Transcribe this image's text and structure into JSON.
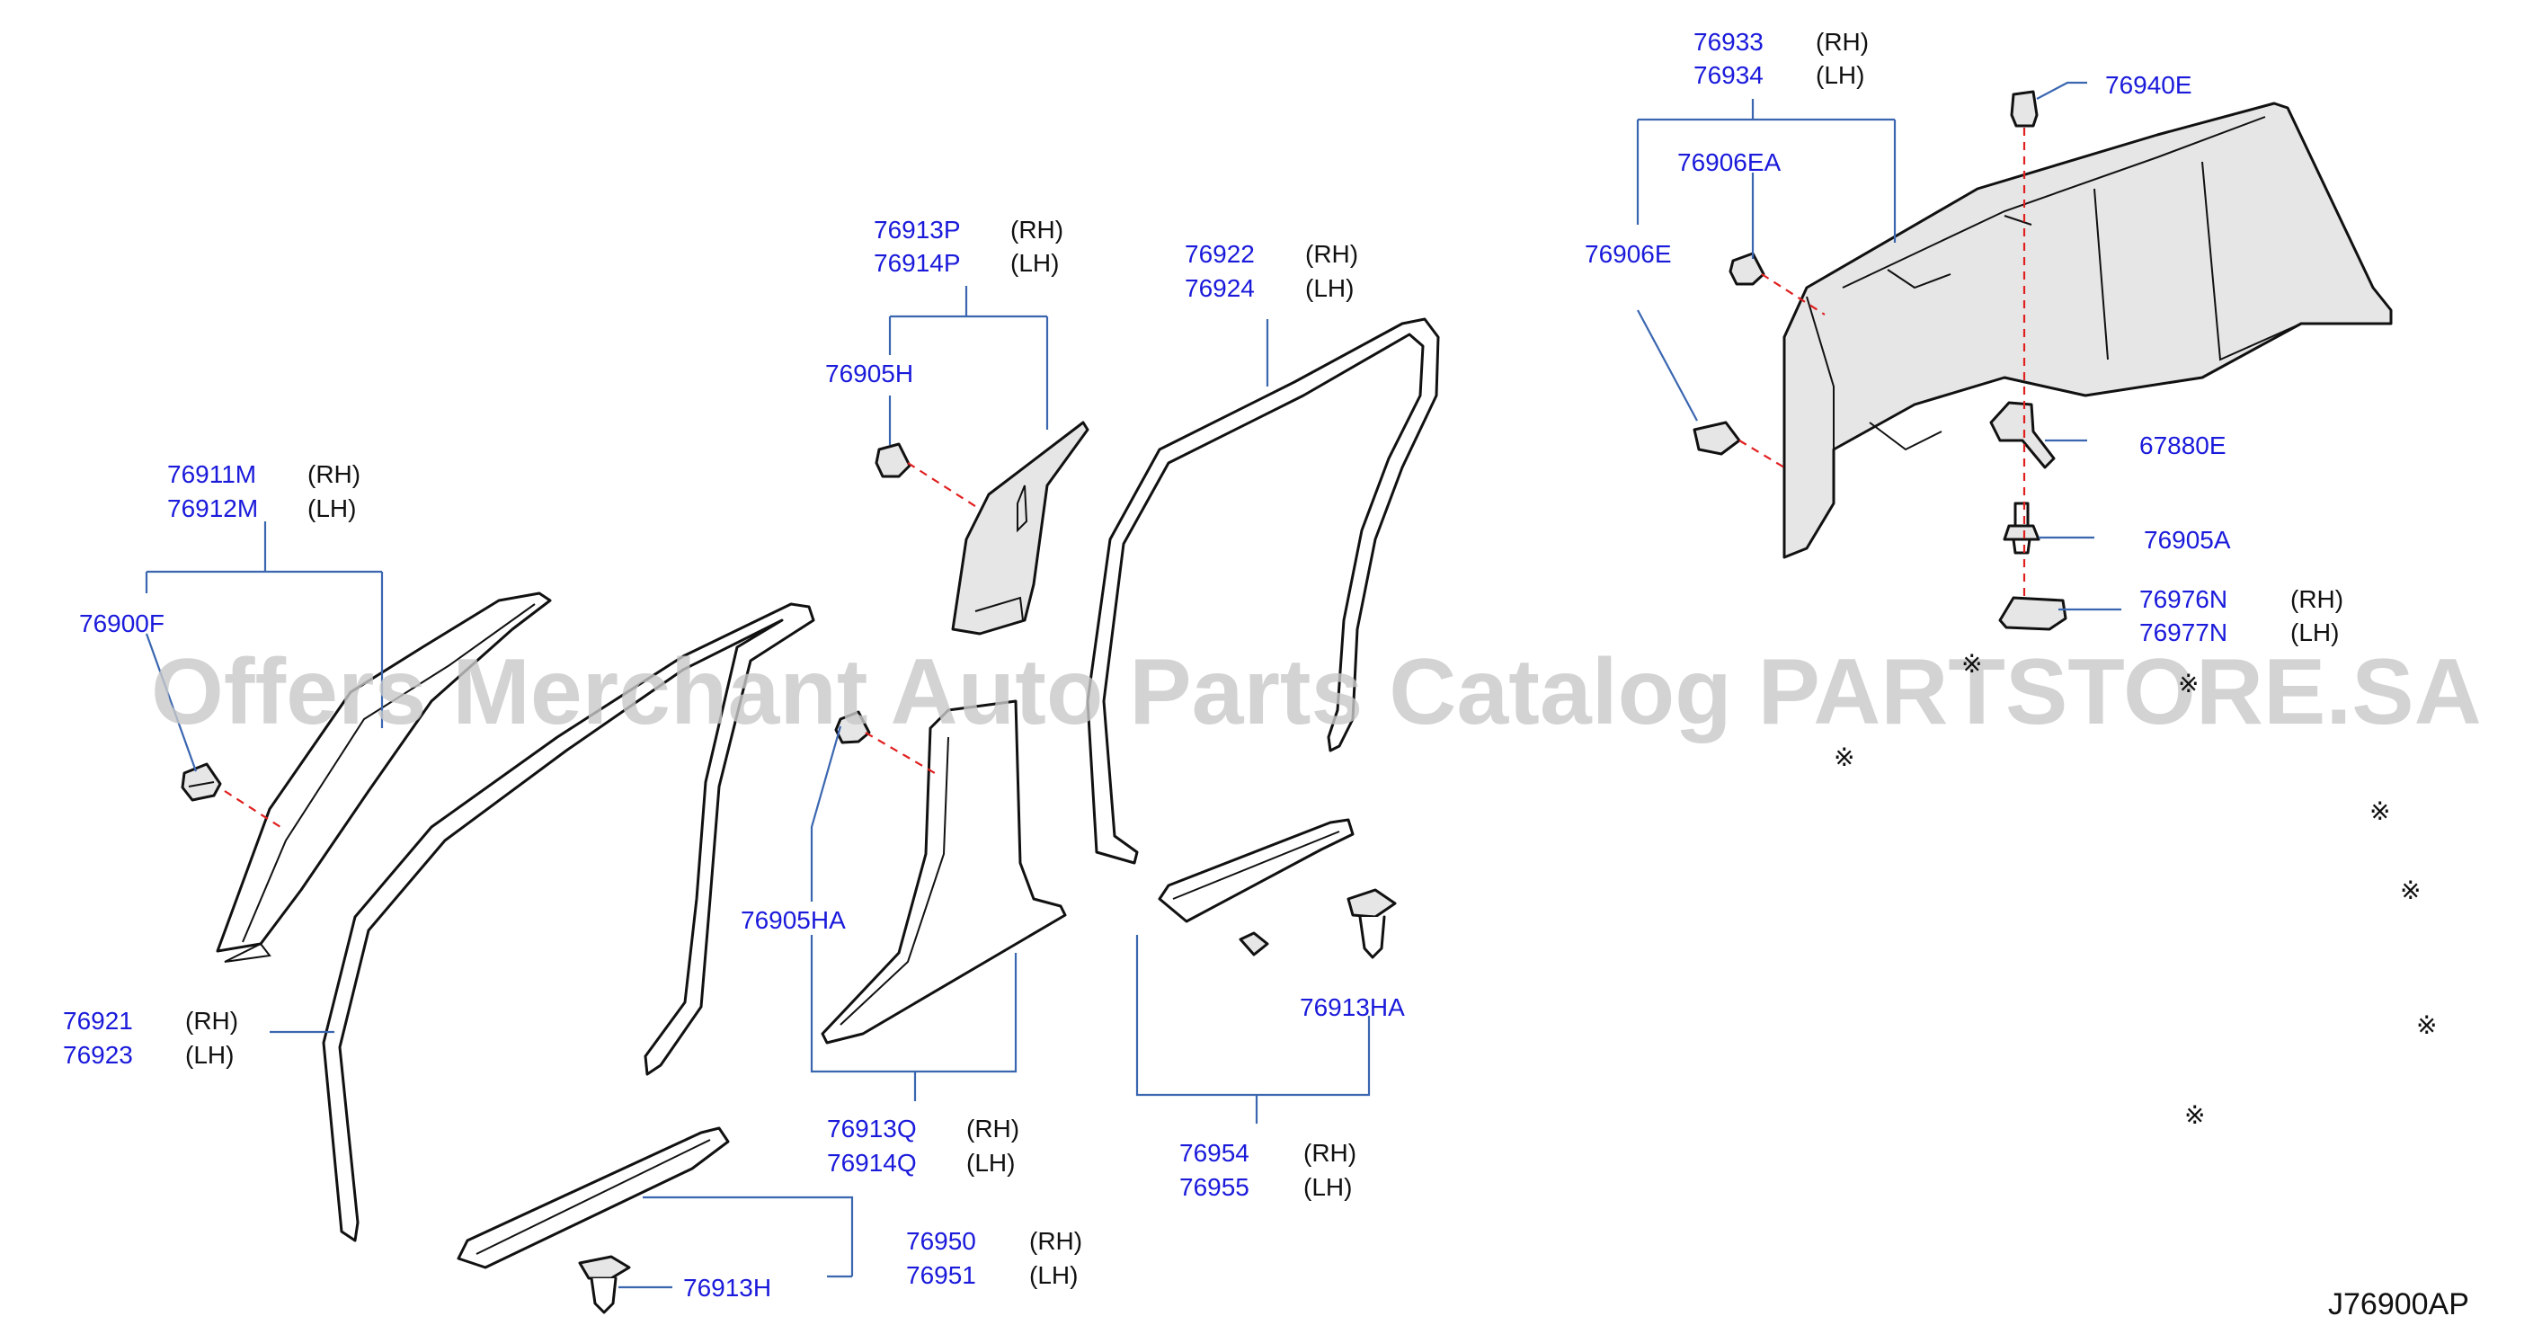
{
  "watermark": "Offers Merchant Auto Parts Catalog PARTSTORE.SA",
  "diagram_code": "J76900AP",
  "colors": {
    "part_number": "#1a1adb",
    "leader": "#3a66b0",
    "dashed_axis": "#e02020",
    "watermark": "#c9c9c9"
  },
  "labels": {
    "p76933": "76933",
    "p76934": "76934",
    "p76906EA": "76906EA",
    "p76906E": "76906E",
    "p76940E": "76940E",
    "p67880E": "67880E",
    "p76905A": "76905A",
    "p76976N": "76976N",
    "p76977N": "76977N",
    "p76913P": "76913P",
    "p76914P": "76914P",
    "p76905H": "76905H",
    "p76922": "76922",
    "p76924": "76924",
    "p76911M": "76911M",
    "p76912M": "76912M",
    "p76900F": "76900F",
    "p76921": "76921",
    "p76923": "76923",
    "p76905HA": "76905HA",
    "p76913Q": "76913Q",
    "p76914Q": "76914Q",
    "p76913HA": "76913HA",
    "p76954": "76954",
    "p76955": "76955",
    "p76950": "76950",
    "p76951": "76951",
    "p76913H": "76913H"
  },
  "sides": {
    "rh": "(RH)",
    "lh": "(LH)"
  },
  "markers": {
    "symbol": "※"
  }
}
